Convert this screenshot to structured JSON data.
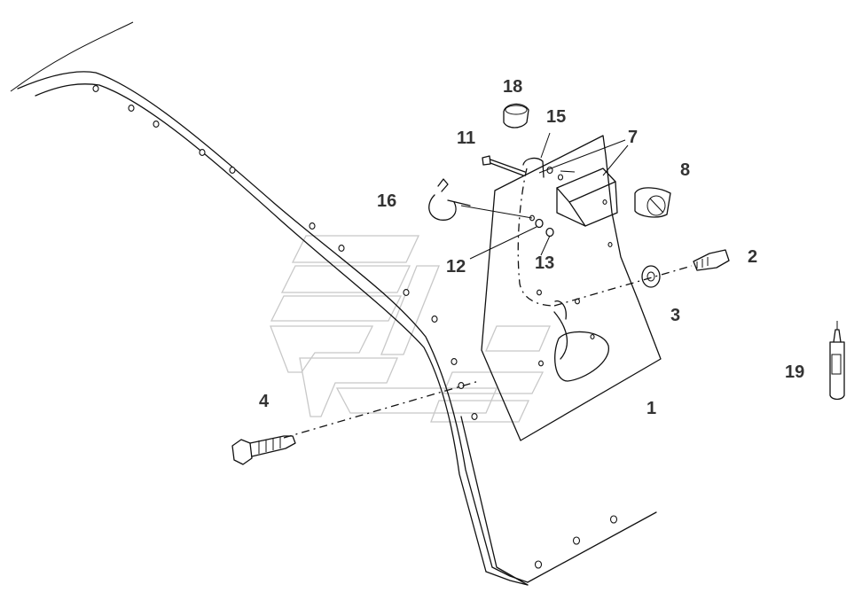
{
  "diagram": {
    "type": "exploded-parts-drawing",
    "callouts": [
      {
        "id": "c1",
        "label": "1"
      },
      {
        "id": "c2",
        "label": "2"
      },
      {
        "id": "c3",
        "label": "3"
      },
      {
        "id": "c4",
        "label": "4"
      },
      {
        "id": "c7",
        "label": "7"
      },
      {
        "id": "c8",
        "label": "8"
      },
      {
        "id": "c11",
        "label": "11"
      },
      {
        "id": "c12",
        "label": "12"
      },
      {
        "id": "c13",
        "label": "13"
      },
      {
        "id": "c15",
        "label": "15"
      },
      {
        "id": "c16",
        "label": "16"
      },
      {
        "id": "c18",
        "label": "18"
      },
      {
        "id": "c19",
        "label": "19"
      }
    ],
    "colors": {
      "line": "#111111",
      "label": "#333333",
      "watermark": "#c8c8c8",
      "background": "#ffffff"
    }
  }
}
